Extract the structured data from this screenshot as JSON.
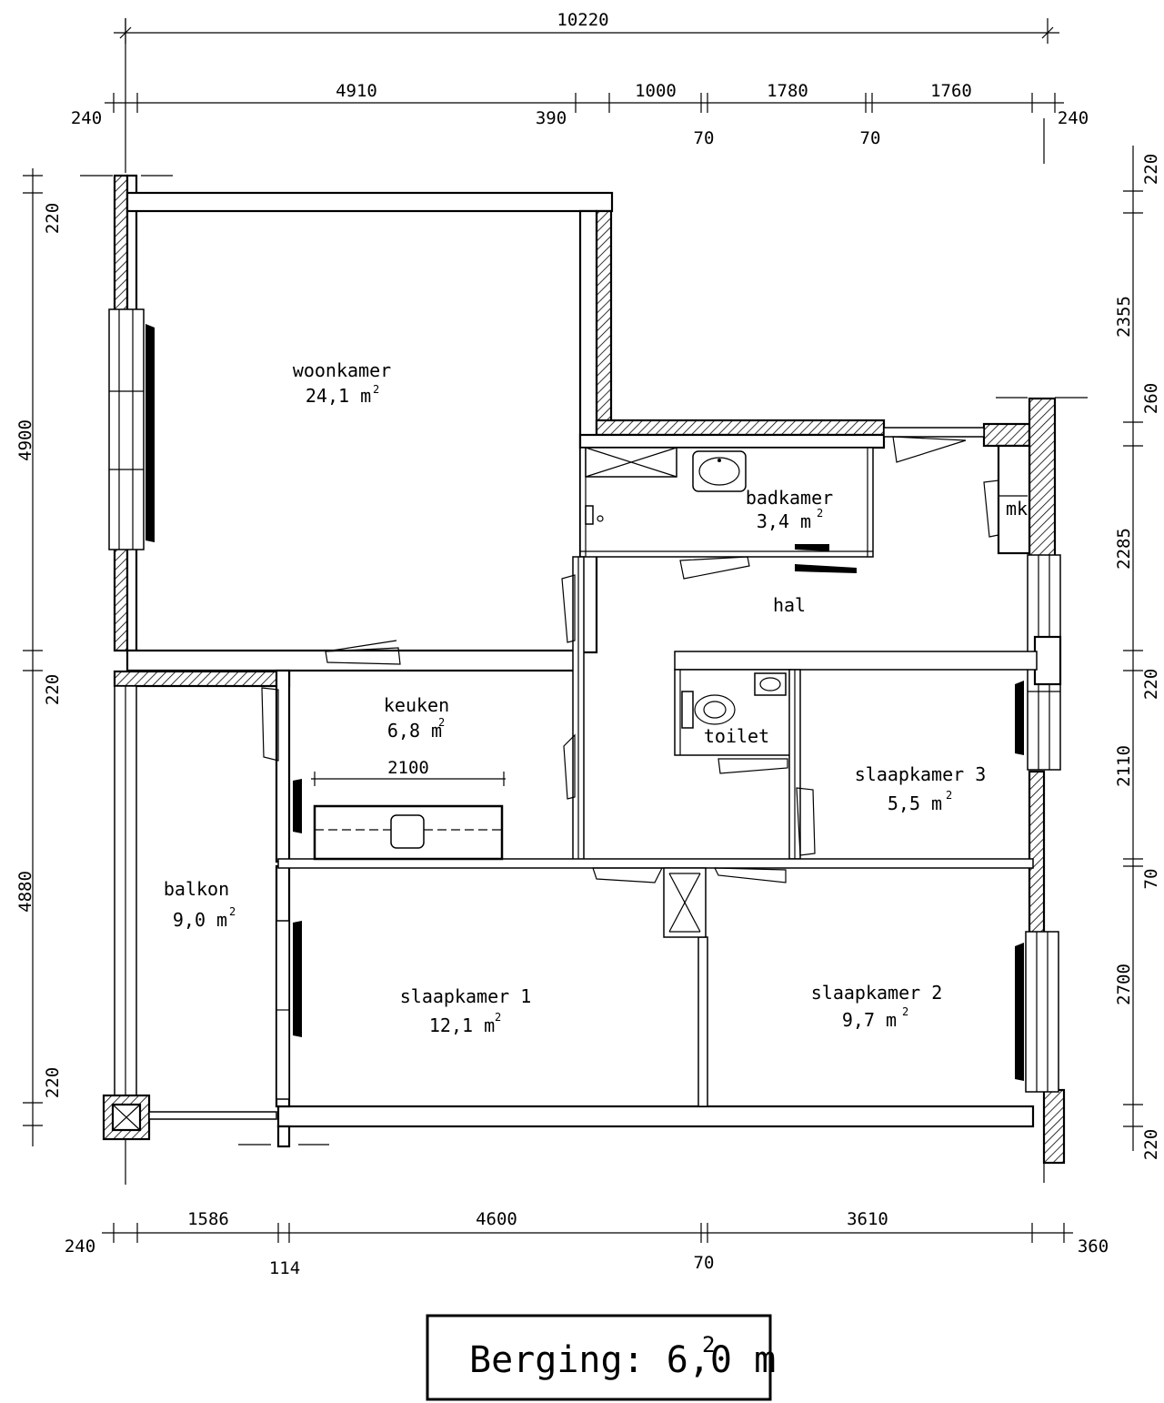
{
  "dimensions": {
    "top_total": "10220",
    "top_row": [
      "240",
      "4910",
      "390",
      "1000",
      "70",
      "1780",
      "70",
      "1760",
      "240"
    ],
    "bottom_row": [
      "240",
      "1586",
      "114",
      "4600",
      "70",
      "3610",
      "360"
    ],
    "left_column": [
      "220",
      "4900",
      "220",
      "4880",
      "220"
    ],
    "right_column": [
      "220",
      "2355",
      "260",
      "2285",
      "220",
      "2110",
      "70",
      "2700",
      "220"
    ],
    "kitchen_counter": "2100"
  },
  "rooms": {
    "woonkamer": {
      "name": "woonkamer",
      "area": "24,1 m",
      "unit_sup": "2"
    },
    "badkamer": {
      "name": "badkamer",
      "area": "3,4 m",
      "unit_sup": "2"
    },
    "mk": {
      "name": "mk"
    },
    "hal": {
      "name": "hal"
    },
    "keuken": {
      "name": "keuken",
      "area": "6,8 m",
      "unit_sup": "2"
    },
    "toilet": {
      "name": "toilet"
    },
    "slaapkamer3": {
      "name": "slaapkamer 3",
      "area": "5,5 m",
      "unit_sup": "2"
    },
    "balkon": {
      "name": "balkon",
      "area": "9,0 m",
      "unit_sup": "2"
    },
    "slaapkamer1": {
      "name": "slaapkamer 1",
      "area": "12,1 m",
      "unit_sup": "2"
    },
    "slaapkamer2": {
      "name": "slaapkamer 2",
      "area": "9,7 m",
      "unit_sup": "2"
    }
  },
  "berging": {
    "label": "Berging: 6,0 m",
    "unit_sup": "2"
  }
}
